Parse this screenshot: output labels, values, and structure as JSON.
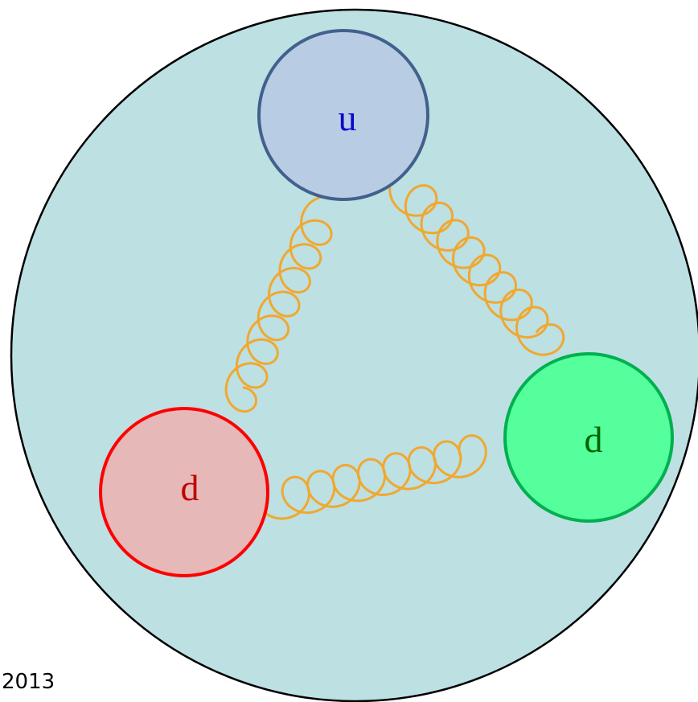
{
  "diagram": {
    "nucleon_fill": "#bde0e3",
    "nucleon_stroke": "#000000",
    "gluon_color": "#f0a830",
    "quarks": [
      {
        "id": "top",
        "label": "u",
        "fill": "#b8cce4",
        "stroke": "#41618c",
        "text_color": "#0a0ad0"
      },
      {
        "id": "left",
        "label": "d",
        "fill": "#e6b8b7",
        "stroke": "#ff0000",
        "text_color": "#c00000"
      },
      {
        "id": "right",
        "label": "d",
        "fill": "#55ff9c",
        "stroke": "#00b050",
        "text_color": "#006400"
      }
    ],
    "year": "2013"
  }
}
